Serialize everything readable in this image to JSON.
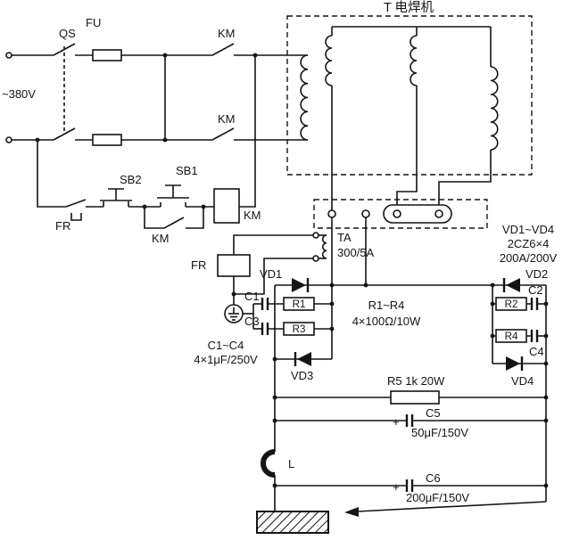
{
  "labels": {
    "title": "T 电焊机",
    "supply": "~380V",
    "qs": "QS",
    "fu": "FU",
    "km": "KM",
    "sb1": "SB1",
    "sb2": "SB2",
    "fr": "FR",
    "ta": "TA",
    "ta_rating": "300/5A",
    "vd1": "VD1",
    "vd2": "VD2",
    "vd3": "VD3",
    "vd4": "VD4",
    "vd_group": "VD1~VD4",
    "vd_type": "2CZ6×4",
    "vd_rating": "200A/200V",
    "r1": "R1",
    "r2": "R2",
    "r3": "R3",
    "r4": "R4",
    "r_group": "R1~R4",
    "r_rating": "4×100Ω/10W",
    "c1": "C1",
    "c2": "C2",
    "c3": "C3",
    "c4": "C4",
    "c_group": "C1~C4",
    "c_rating": "4×1μF/250V",
    "r5": "R5 1k 20W",
    "c5": "C5",
    "c5_rating": "50μF/150V",
    "c6": "C6",
    "c6_rating": "200μF/150V",
    "l": "L",
    "plus": "+"
  }
}
